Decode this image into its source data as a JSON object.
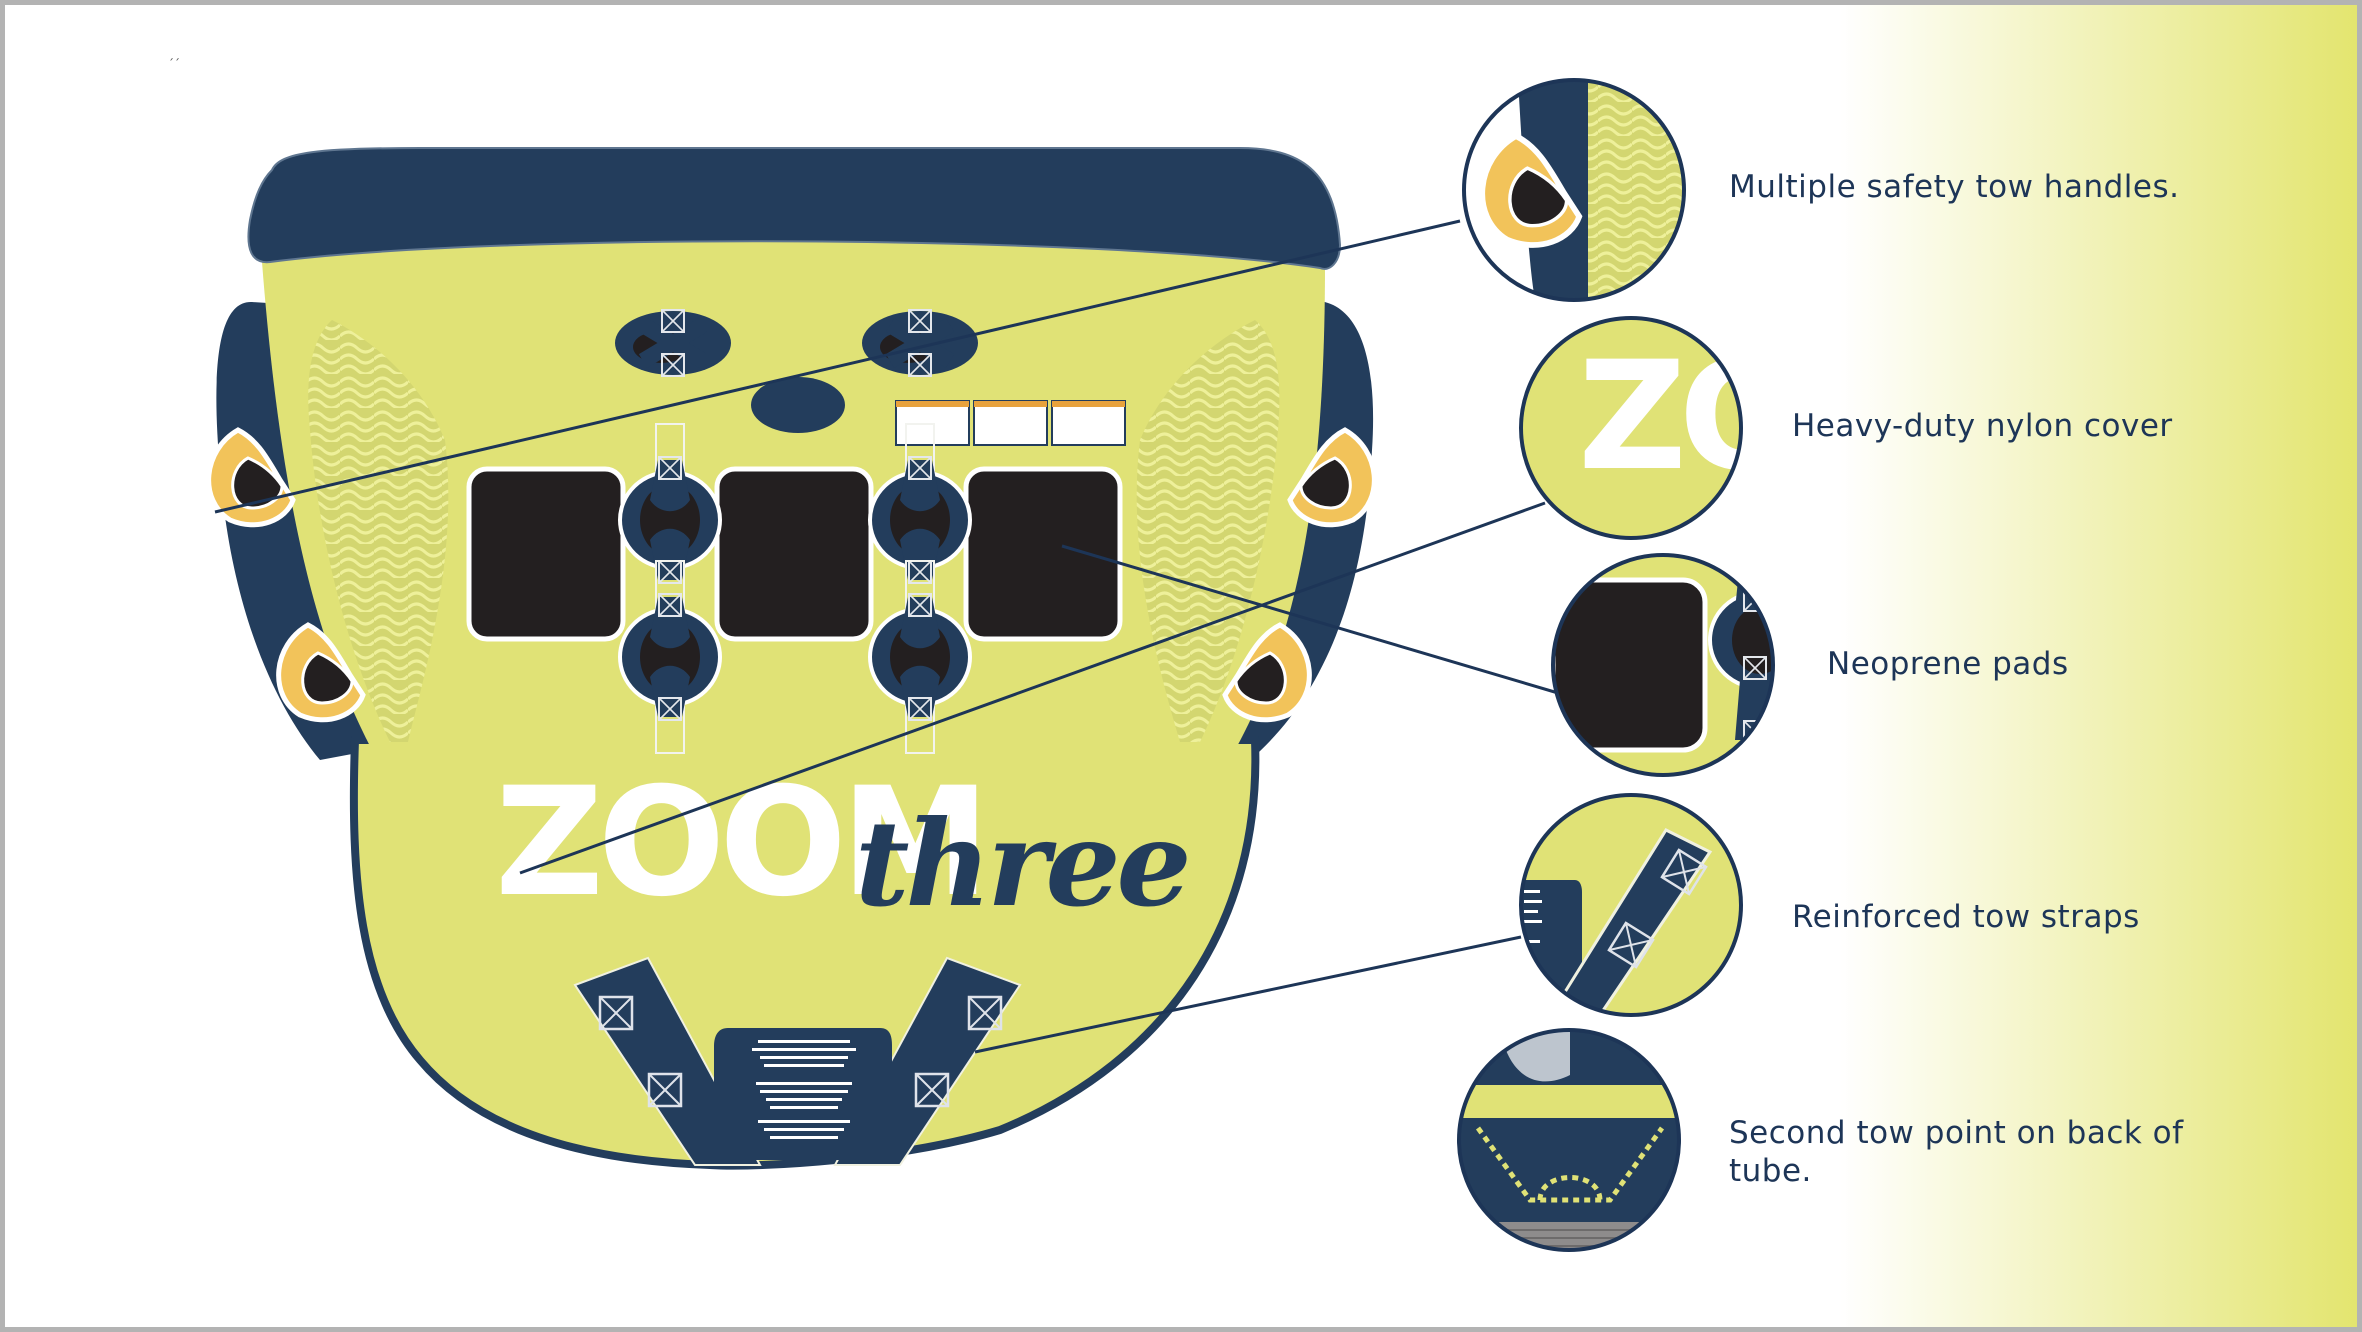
{
  "product": {
    "brand_word": "ZOOM",
    "script_word": "three"
  },
  "features": [
    {
      "label": "Multiple safety tow handles."
    },
    {
      "label": "Heavy-duty nylon cover"
    },
    {
      "label": "Neoprene pads"
    },
    {
      "label": "Reinforced tow straps"
    },
    {
      "label": "Second tow point on back of tube."
    }
  ],
  "detail_zoom_texts": {
    "cover_letters": "ZO"
  },
  "colors": {
    "navy": "#233d5c",
    "lime": "#e0e276",
    "pad_black": "#231f20",
    "handle_yellow": "#f2c35a",
    "gradient_end": "#e3e56f",
    "frame_border": "#b3b3b3"
  }
}
